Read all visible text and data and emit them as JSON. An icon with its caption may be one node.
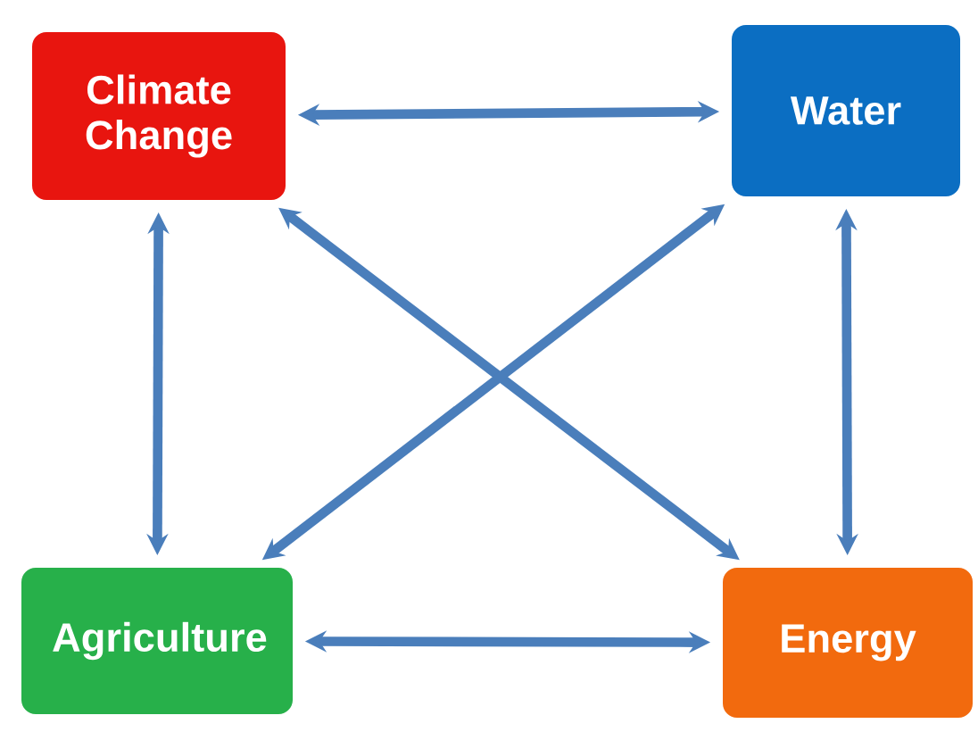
{
  "diagram": {
    "nodes": [
      {
        "text": [
          "Climate Change"
        ]
      },
      {
        "text": [
          "Water"
        ]
      },
      {
        "text": [
          "Agriculture"
        ]
      },
      {
        "text": [
          "Energy"
        ]
      }
    ],
    "edges": [
      {
        "from": 0,
        "to": 1,
        "arrow": "both"
      },
      {
        "from": 0,
        "to": 2,
        "arrow": "both"
      },
      {
        "from": 0,
        "to": 3,
        "arrow": "both"
      },
      {
        "from": 1,
        "to": 2,
        "arrow": "both"
      },
      {
        "from": 1,
        "to": 3,
        "arrow": "both"
      },
      {
        "from": 2,
        "to": 3,
        "arrow": "both"
      }
    ]
  }
}
